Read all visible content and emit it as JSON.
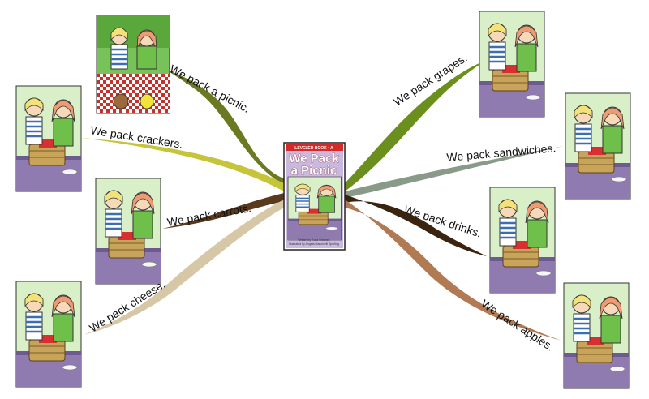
{
  "center_book": {
    "series_label": "LEVELED BOOK • A",
    "title_line1": "We Pack",
    "title_line2": "a Picnic",
    "credit_author": "Written by Rosa Greenes",
    "credit_illustrator": "Illustrated by Angela Mancinelli Sperling",
    "colors": {
      "border": "#222222",
      "banner": "#d42a2a",
      "background": "#c9b9e0"
    }
  },
  "branches": [
    {
      "label": "We pack a picnic.",
      "color": "#6b7a22"
    },
    {
      "label": "We pack crackers.",
      "color": "#c6c43a"
    },
    {
      "label": "We pack carrots.",
      "color": "#5a3a1c"
    },
    {
      "label": "We pack cheese.",
      "color": "#d6c7a6"
    },
    {
      "label": "We pack grapes.",
      "color": "#6a8f1c"
    },
    {
      "label": "We pack sandwiches.",
      "color": "#8a9a88"
    },
    {
      "label": "We pack drinks.",
      "color": "#3a2410"
    },
    {
      "label": "We pack apples.",
      "color": "#b27a52"
    }
  ]
}
